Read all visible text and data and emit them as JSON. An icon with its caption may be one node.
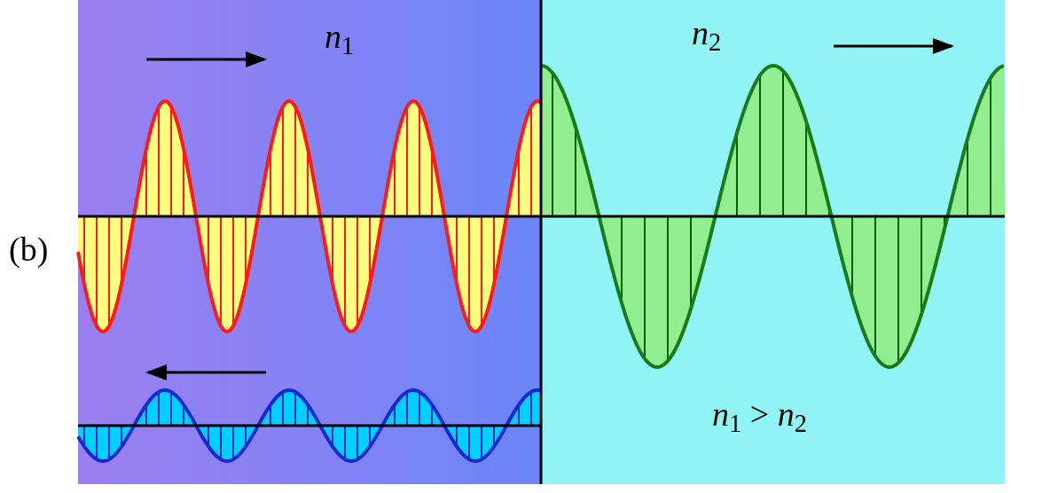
{
  "diagram": {
    "nodes": [
      {
        "text": [
          "*n*$_{1}$"
        ]
      },
      {
        "text": [
          "*n*$_{2}$",
          "*n*$_{1}$ > *n*$_{2}$"
        ]
      }
    ],
    "labels": [
      "(b)"
    ]
  }
}
